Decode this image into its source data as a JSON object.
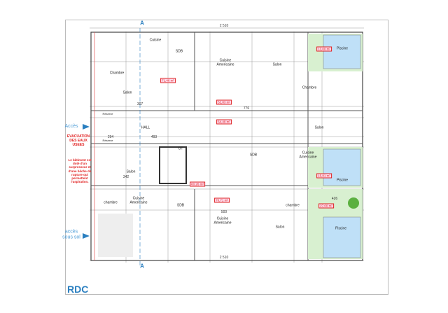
{
  "sheet": {
    "level_title": "RDC",
    "overall_dimension": "2 510",
    "section_marker": "A"
  },
  "access": {
    "main": "Accès",
    "basement": "accès sous sol"
  },
  "evacuation_note": {
    "title": "EVACUATION DES EAUX USEES",
    "body": "Le bâtiment est doté d'un surpresseur et d'une bâche de rupture qui permettent l'aspiration."
  },
  "rooms": {
    "cuisine_top": "Cuisine",
    "sdb_top": "SDB",
    "cuisine_am_top": "Cuisine Americaine",
    "salon_top_right": "Salon",
    "chambre_top_left": "Chambre",
    "chambre_right": "Chambre",
    "salon_top_left": "Salon",
    "hall": "HALL",
    "salon_mid_right": "Salon",
    "cuisine_am_mid_right": "Cuisine Americaine",
    "sdb_mid": "SDB",
    "gt": "GT",
    "salon_mid_left": "Salon",
    "chambre_bottom_left": "chambre",
    "cuisine_am_bottom_left": "Cuisine Americaine",
    "sdb_bottom": "SDB",
    "chambre_bottom_right": "chambre",
    "cuisine_am_bottom": "Cuisine Americaine",
    "salon_bottom": "Salon",
    "piscine_1": "Piscine",
    "piscine_2": "Piscine",
    "piscine_3": "Piscine",
    "reserve_1": "Réserve",
    "reserve_2": "Réserve"
  },
  "areas": {
    "a1": "71,46 m²",
    "a2": "52,83 m²",
    "a3": "64,49 m²",
    "a4": "60,26 m²",
    "a5": "76,71 m²",
    "p1": "13,00 m²",
    "p2": "15,81 m²",
    "p3": "27,00 m²"
  },
  "dimensions": {
    "d1": "294",
    "d2": "493",
    "d3": "776",
    "d4": "307",
    "d5": "342",
    "d6": "500",
    "d7": "426"
  },
  "colors": {
    "accent": "#2a7fc0",
    "annotation": "#e02020",
    "pool": "#bfe0f7",
    "garden": "#d8f0d0"
  }
}
